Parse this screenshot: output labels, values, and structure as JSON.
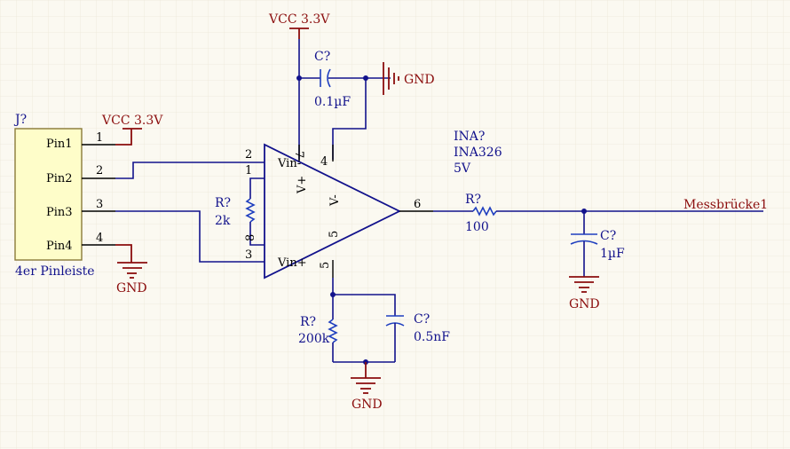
{
  "colors": {
    "background": "#fbf9f1",
    "grid": "#ece7d8",
    "wire": "#12128c",
    "power": "#8b0d0d",
    "component": "#1f3fbf",
    "connector_fill": "#fefdc9"
  },
  "power": {
    "vcc_top": "VCC 3.3V",
    "vcc_conn": "VCC 3.3V",
    "gnd_right": "GND",
    "gnd_conn": "GND",
    "gnd_cap": "GND",
    "gnd_bottom": "GND"
  },
  "connector": {
    "designator": "J?",
    "comment": "4er Pinleiste",
    "pins": [
      "Pin1",
      "Pin2",
      "Pin3",
      "Pin4"
    ],
    "pin_numbers": [
      "1",
      "2",
      "3",
      "4"
    ]
  },
  "amp": {
    "designator": "INA?",
    "comment": "INA326",
    "supply": "5V",
    "pins": {
      "vin_minus": "Vin-",
      "vin_plus": "Vin+",
      "v_plus": "V+",
      "v_minus": "V-",
      "p2": "2",
      "p1": "1",
      "p8": "8",
      "p3": "3",
      "p7": "7",
      "p4": "4",
      "p5a": "5",
      "p5b": "5",
      "p6": "6"
    }
  },
  "c_decouple": {
    "designator": "C?",
    "value": "0.1µF"
  },
  "r_gain": {
    "designator": "R?",
    "value": "2k"
  },
  "r_filter": {
    "designator": "R?",
    "value": "200k"
  },
  "c_filter": {
    "designator": "C?",
    "value": "0.5nF"
  },
  "r_out": {
    "designator": "R?",
    "value": "100"
  },
  "c_out": {
    "designator": "C?",
    "value": "1µF"
  },
  "net_label": "Messbrücke1"
}
